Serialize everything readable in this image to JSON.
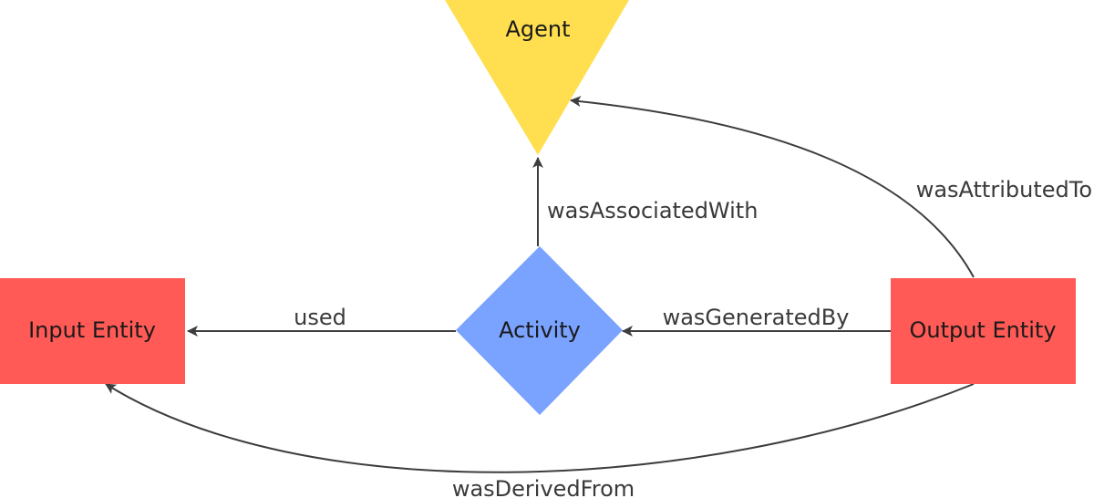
{
  "colors": {
    "agent": "#ffdf4f",
    "activity": "#7aa2ff",
    "entity": "#ff5a55",
    "edge": "#3d3d3d"
  },
  "nodes": {
    "agent": "Agent",
    "activity": "Activity",
    "input_entity": "Input Entity",
    "output_entity": "Output Entity"
  },
  "edges": {
    "was_associated_with": "wasAssociatedWith",
    "used": "used",
    "was_generated_by": "wasGeneratedBy",
    "was_attributed_to": "wasAttributedTo",
    "was_derived_from": "wasDerivedFrom"
  }
}
